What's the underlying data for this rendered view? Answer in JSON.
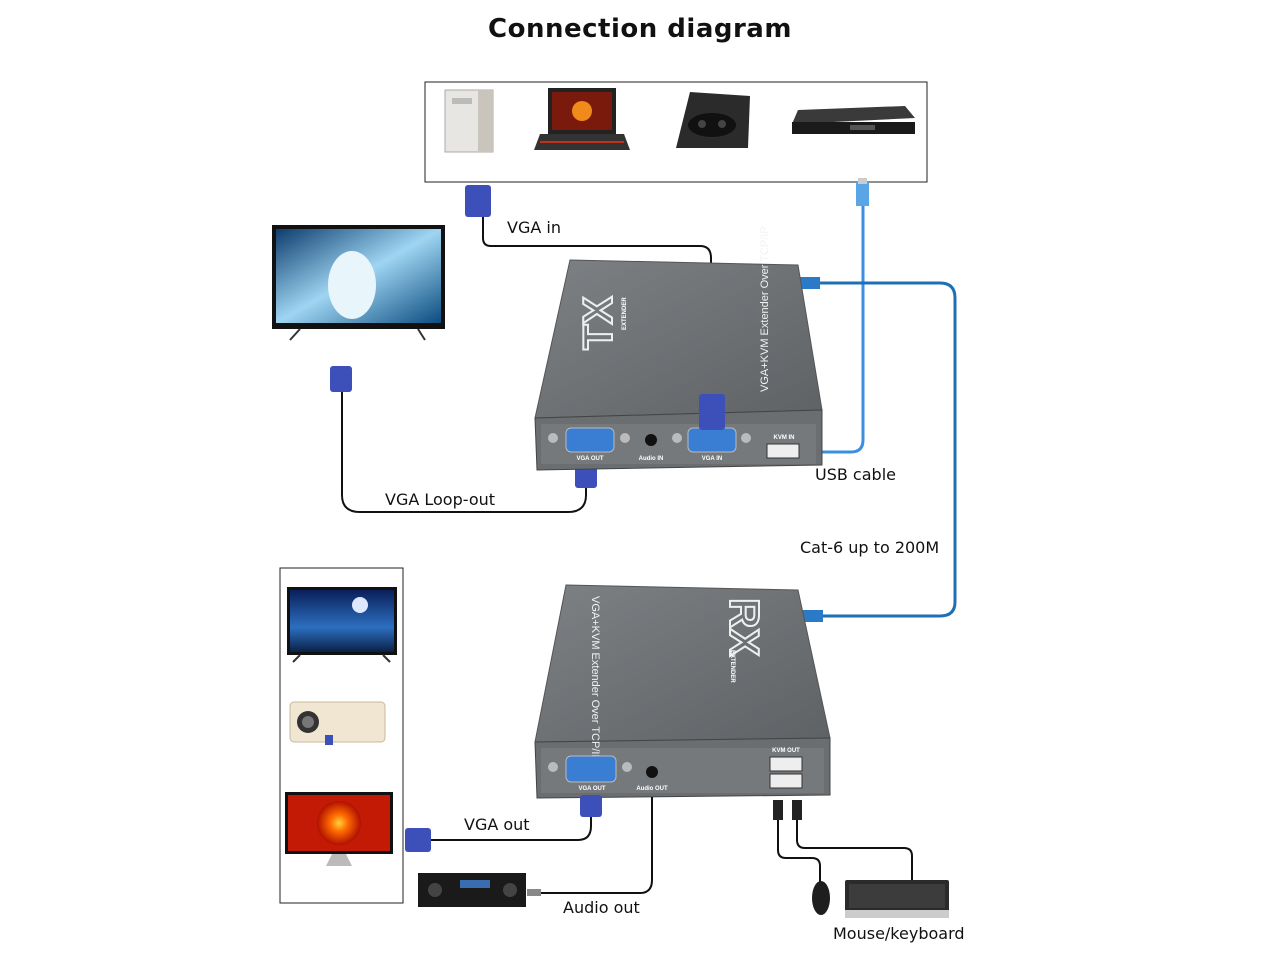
{
  "title": "Connection diagram",
  "labels": {
    "vga_in": "VGA in",
    "usb_cable": "USB cable",
    "vga_loop_out": "VGA Loop-out",
    "cat6": "Cat-6 up to 200M",
    "vga_out": "VGA out",
    "audio_out": "Audio out",
    "mouse_keyboard": "Mouse/keyboard"
  },
  "tx_unit": {
    "logo": "TX",
    "logo_sub": "EXTENDER",
    "side_text": "VGA+KVM Extender Over TCP/IP",
    "ports": [
      "VGA OUT",
      "Audio IN",
      "VGA IN",
      "KVM IN"
    ]
  },
  "rx_unit": {
    "logo": "RX",
    "logo_sub": "EXTENDER",
    "side_text": "VGA+KVM Extender Over TCP/IP",
    "ports": [
      "VGA OUT",
      "Audio OUT",
      "KVM OUT"
    ]
  },
  "sources": [
    "pc-tower",
    "laptop",
    "game-console",
    "dvd-player"
  ],
  "displays": [
    "tv",
    "projector",
    "monitor"
  ],
  "colors": {
    "cable_blue": "#1f6fb5",
    "cable_black": "#111111",
    "box_gray": "#6e7275",
    "vga_blue": "#3d4fb8"
  }
}
